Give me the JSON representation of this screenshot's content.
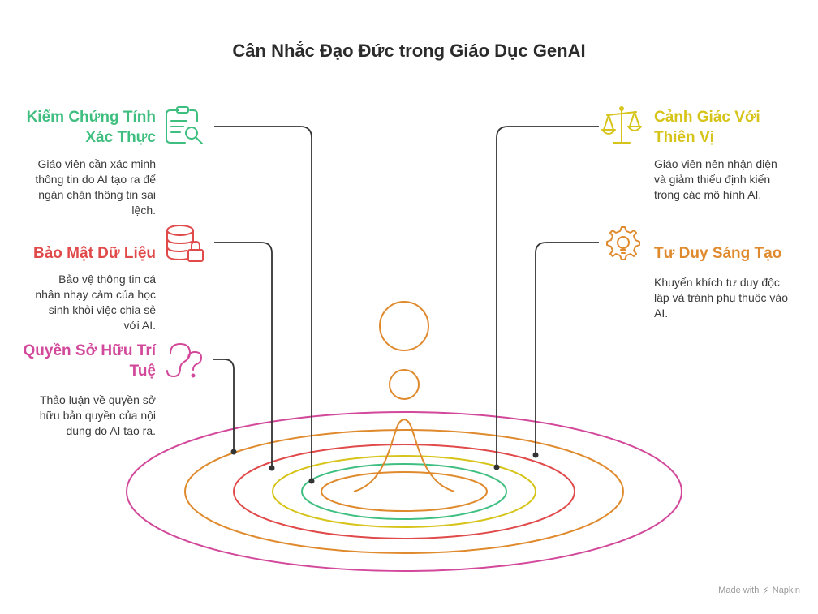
{
  "title": "Cân Nhắc Đạo Đức trong Giáo Dục GenAI",
  "items": [
    {
      "heading": "Kiểm Chứng Tính Xác Thực",
      "description": "Giáo viên cần xác minh thông tin do AI tạo ra để ngăn chặn thông tin sai lệch.",
      "icon": "clipboard-search-icon",
      "color": "#3fbf7f"
    },
    {
      "heading": "Bảo Mật Dữ Liệu",
      "description": "Bảo vệ thông tin cá nhân nhạy cảm của học sinh khỏi việc chia sẻ với AI.",
      "icon": "database-lock-icon",
      "color": "#e04a4a"
    },
    {
      "heading": "Quyền Sở Hữu Trí Tuệ",
      "description": "Thảo luận về quyền sở hữu bản quyền của nội dung do AI tạo ra.",
      "icon": "question-hook-icon",
      "color": "#d2489a"
    },
    {
      "heading": "Cảnh Giác Với Thiên Vị",
      "description": "Giáo viên nên nhận diện và giảm thiểu định kiến trong các mô hình AI.",
      "icon": "balance-scale-icon",
      "color": "#d6c41a"
    },
    {
      "heading": "Tư Duy Sáng Tạo",
      "description": "Khuyến khích tư duy độc lập và tránh phụ thuộc vào AI.",
      "icon": "lightbulb-gear-icon",
      "color": "#e08a2e"
    }
  ],
  "ring_colors": [
    "#3fbf7f",
    "#d6c41a",
    "#e04a4a",
    "#e08a2e",
    "#d2489a"
  ],
  "drop_color": "#e08a2e",
  "watermark": {
    "made_with": "Made with",
    "brand": "Napkin"
  }
}
